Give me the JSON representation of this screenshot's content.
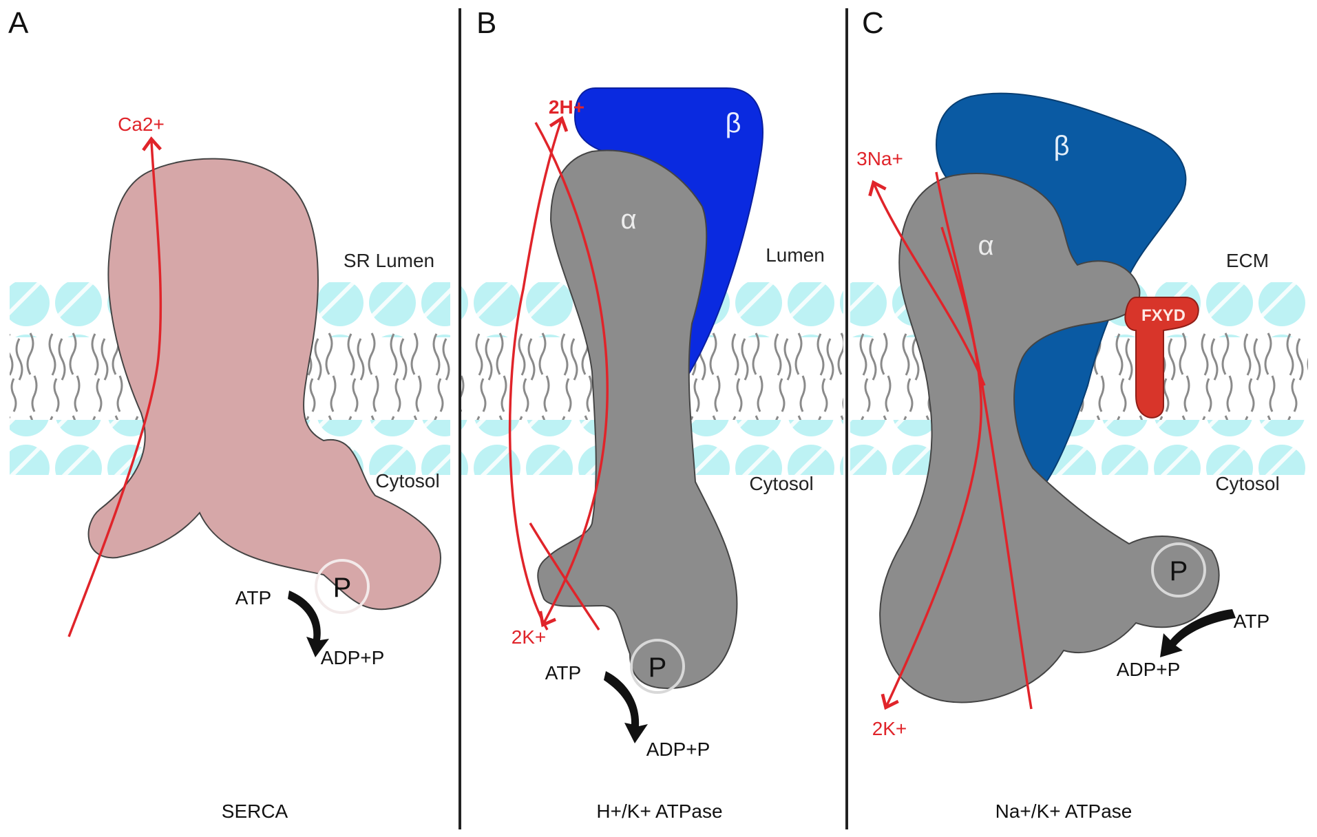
{
  "colors": {
    "membrane_head": "#bdf2f4",
    "lipid_tail": "#8a8a8a",
    "serca_body": "#d6a7a8",
    "alpha_gray": "#8c8c8c",
    "hk_beta": "#0a2ae0",
    "nak_beta": "#0a5aa3",
    "fxyd_red": "#d8352a",
    "ion_red": "#e0242a",
    "outline": "#444444"
  },
  "panels": [
    {
      "letter": "A",
      "side_top": "SR Lumen",
      "side_bottom": "Cytosol",
      "ions_up": "Ca2+",
      "phos": "P",
      "atp": "ATP",
      "adp": "ADP+P",
      "name": "SERCA"
    },
    {
      "letter": "B",
      "side_top": "Lumen",
      "side_bottom": "Cytosol",
      "ions_up": "2H+",
      "ions_down": "2K+",
      "alpha": "α",
      "beta": "β",
      "phos": "P",
      "atp": "ATP",
      "adp": "ADP+P",
      "name": "H+/K+ ATPase"
    },
    {
      "letter": "C",
      "side_top": "ECM",
      "side_bottom": "Cytosol",
      "ions_up": "3Na+",
      "ions_down": "2K+",
      "alpha": "α",
      "beta": "β",
      "fxyd": "FXYD",
      "phos": "P",
      "atp": "ATP",
      "adp": "ADP+P",
      "name": "Na+/K+ ATPase"
    }
  ]
}
